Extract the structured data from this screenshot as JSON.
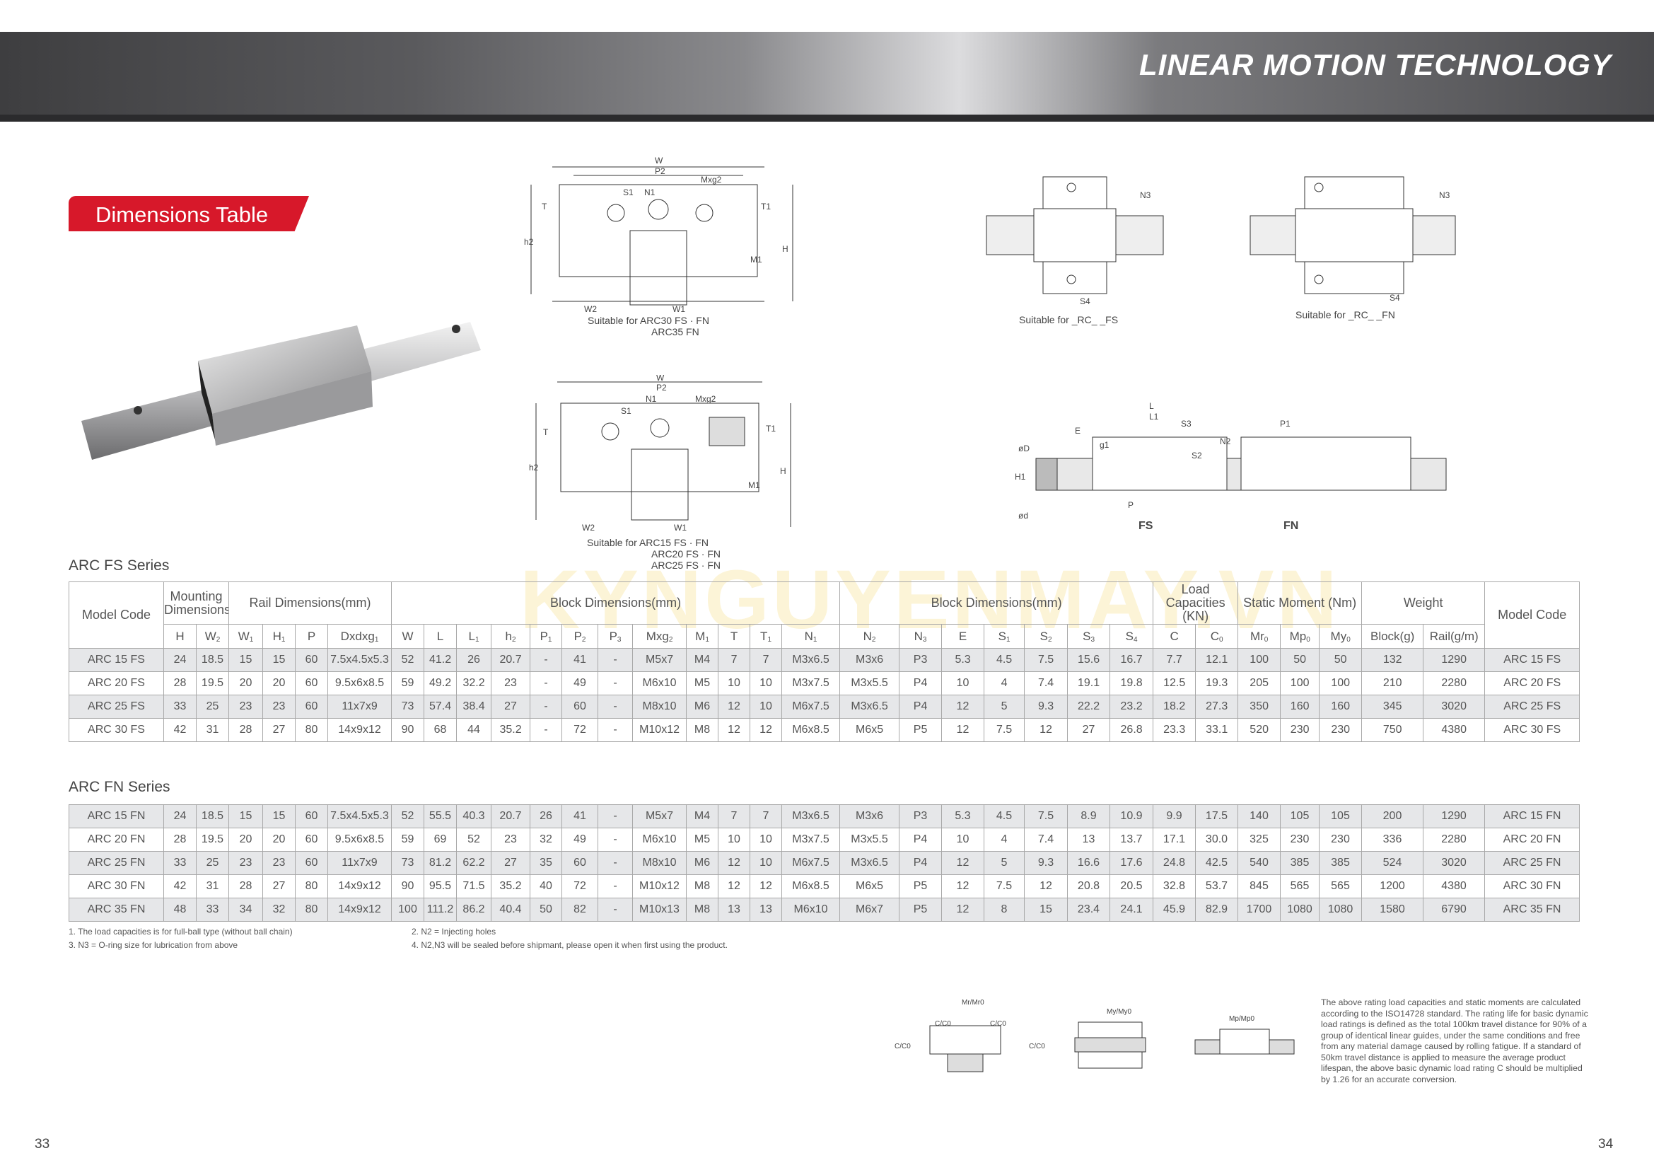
{
  "header": {
    "title": "LINEAR MOTION TECHNOLOGY"
  },
  "section_tab": "Dimensions Table",
  "watermark": "KYNGUYENMAY.VN",
  "drawings": {
    "top_center": {
      "labels": [
        "W",
        "P2",
        "Mxg2",
        "S1",
        "N1",
        "T",
        "T1",
        "h2",
        "H",
        "M1",
        "W2",
        "W1"
      ],
      "caption": [
        "Suitable for  ARC30 FS · FN",
        "ARC35 FN"
      ]
    },
    "bottom_center": {
      "labels": [
        "W",
        "P2",
        "N1",
        "Mxg2",
        "S1",
        "T",
        "T1",
        "h2",
        "H",
        "M1",
        "W2",
        "W1"
      ],
      "caption": [
        "Suitable for  ARC15 FS · FN",
        "ARC20 FS · FN",
        "ARC25 FS · FN"
      ]
    },
    "top_right_fs": {
      "labels": [
        "N3",
        "S4"
      ],
      "caption": "Suitable for  _RC_ _FS"
    },
    "top_right_fn": {
      "labels": [
        "N3",
        "S4"
      ],
      "caption": "Suitable for  _RC_ _FN"
    },
    "side": {
      "labels": [
        "L",
        "L1",
        "E",
        "S3",
        "N2",
        "S2",
        "g1",
        "øD",
        "H1",
        "ød",
        "P",
        "P1"
      ],
      "fs": "FS",
      "fn": "FN"
    }
  },
  "headers": {
    "groups": [
      "Model Code",
      "Mounting Dimensions",
      "Rail Dimensions(mm)",
      "Block Dimensions(mm)",
      "Block Dimensions(mm)",
      "Load Capacities (KN)",
      "Static Moment (Nm)",
      "Weight",
      "Model Code"
    ],
    "cols": [
      [
        "H",
        ""
      ],
      [
        "W",
        "2"
      ],
      [
        "W",
        "1"
      ],
      [
        "H",
        "1"
      ],
      [
        "P",
        ""
      ],
      [
        "Dxdxg",
        "1"
      ],
      [
        "W",
        ""
      ],
      [
        "L",
        ""
      ],
      [
        "L",
        "1"
      ],
      [
        "h",
        "2"
      ],
      [
        "P",
        "1"
      ],
      [
        "P",
        "2"
      ],
      [
        "P",
        "3"
      ],
      [
        "Mxg",
        "2"
      ],
      [
        "M",
        "1"
      ],
      [
        "T",
        ""
      ],
      [
        "T",
        "1"
      ],
      [
        "N",
        "1"
      ],
      [
        "N",
        "2"
      ],
      [
        "N",
        "3"
      ],
      [
        "E",
        ""
      ],
      [
        "S",
        "1"
      ],
      [
        "S",
        "2"
      ],
      [
        "S",
        "3"
      ],
      [
        "S",
        "4"
      ],
      [
        "C",
        ""
      ],
      [
        "C",
        "0"
      ],
      [
        "Mr",
        "0"
      ],
      [
        "Mp",
        "0"
      ],
      [
        "My",
        "0"
      ],
      [
        "Block(g)",
        ""
      ],
      [
        "Rail(g/m)",
        ""
      ]
    ]
  },
  "fs_series": {
    "title": "ARC FS Series",
    "rows": [
      [
        "ARC 15 FS",
        "24",
        "18.5",
        "15",
        "15",
        "60",
        "7.5x4.5x5.3",
        "52",
        "41.2",
        "26",
        "20.7",
        "-",
        "41",
        "-",
        "M5x7",
        "M4",
        "7",
        "7",
        "M3x6.5",
        "M3x6",
        "P3",
        "5.3",
        "4.5",
        "7.5",
        "15.6",
        "16.7",
        "7.7",
        "12.1",
        "100",
        "50",
        "50",
        "132",
        "1290",
        "ARC 15 FS"
      ],
      [
        "ARC 20 FS",
        "28",
        "19.5",
        "20",
        "20",
        "60",
        "9.5x6x8.5",
        "59",
        "49.2",
        "32.2",
        "23",
        "-",
        "49",
        "-",
        "M6x10",
        "M5",
        "10",
        "10",
        "M3x7.5",
        "M3x5.5",
        "P4",
        "10",
        "4",
        "7.4",
        "19.1",
        "19.8",
        "12.5",
        "19.3",
        "205",
        "100",
        "100",
        "210",
        "2280",
        "ARC 20 FS"
      ],
      [
        "ARC 25 FS",
        "33",
        "25",
        "23",
        "23",
        "60",
        "11x7x9",
        "73",
        "57.4",
        "38.4",
        "27",
        "-",
        "60",
        "-",
        "M8x10",
        "M6",
        "12",
        "10",
        "M6x7.5",
        "M3x6.5",
        "P4",
        "12",
        "5",
        "9.3",
        "22.2",
        "23.2",
        "18.2",
        "27.3",
        "350",
        "160",
        "160",
        "345",
        "3020",
        "ARC 25 FS"
      ],
      [
        "ARC 30 FS",
        "42",
        "31",
        "28",
        "27",
        "80",
        "14x9x12",
        "90",
        "68",
        "44",
        "35.2",
        "-",
        "72",
        "-",
        "M10x12",
        "M8",
        "12",
        "12",
        "M6x8.5",
        "M6x5",
        "P5",
        "12",
        "7.5",
        "12",
        "27",
        "26.8",
        "23.3",
        "33.1",
        "520",
        "230",
        "230",
        "750",
        "4380",
        "ARC 30 FS"
      ]
    ]
  },
  "fn_series": {
    "title": "ARC FN Series",
    "rows": [
      [
        "ARC 15 FN",
        "24",
        "18.5",
        "15",
        "15",
        "60",
        "7.5x4.5x5.3",
        "52",
        "55.5",
        "40.3",
        "20.7",
        "26",
        "41",
        "-",
        "M5x7",
        "M4",
        "7",
        "7",
        "M3x6.5",
        "M3x6",
        "P3",
        "5.3",
        "4.5",
        "7.5",
        "8.9",
        "10.9",
        "9.9",
        "17.5",
        "140",
        "105",
        "105",
        "200",
        "1290",
        "ARC 15 FN"
      ],
      [
        "ARC 20 FN",
        "28",
        "19.5",
        "20",
        "20",
        "60",
        "9.5x6x8.5",
        "59",
        "69",
        "52",
        "23",
        "32",
        "49",
        "-",
        "M6x10",
        "M5",
        "10",
        "10",
        "M3x7.5",
        "M3x5.5",
        "P4",
        "10",
        "4",
        "7.4",
        "13",
        "13.7",
        "17.1",
        "30.0",
        "325",
        "230",
        "230",
        "336",
        "2280",
        "ARC 20 FN"
      ],
      [
        "ARC 25 FN",
        "33",
        "25",
        "23",
        "23",
        "60",
        "11x7x9",
        "73",
        "81.2",
        "62.2",
        "27",
        "35",
        "60",
        "-",
        "M8x10",
        "M6",
        "12",
        "10",
        "M6x7.5",
        "M3x6.5",
        "P4",
        "12",
        "5",
        "9.3",
        "16.6",
        "17.6",
        "24.8",
        "42.5",
        "540",
        "385",
        "385",
        "524",
        "3020",
        "ARC 25 FN"
      ],
      [
        "ARC 30 FN",
        "42",
        "31",
        "28",
        "27",
        "80",
        "14x9x12",
        "90",
        "95.5",
        "71.5",
        "35.2",
        "40",
        "72",
        "-",
        "M10x12",
        "M8",
        "12",
        "12",
        "M6x8.5",
        "M6x5",
        "P5",
        "12",
        "7.5",
        "12",
        "20.8",
        "20.5",
        "32.8",
        "53.7",
        "845",
        "565",
        "565",
        "1200",
        "4380",
        "ARC 30 FN"
      ],
      [
        "ARC 35 FN",
        "48",
        "33",
        "34",
        "32",
        "80",
        "14x9x12",
        "100",
        "111.2",
        "86.2",
        "40.4",
        "50",
        "82",
        "-",
        "M10x13",
        "M8",
        "13",
        "13",
        "M6x10",
        "M6x7",
        "P5",
        "12",
        "8",
        "15",
        "23.4",
        "24.1",
        "45.9",
        "82.9",
        "1700",
        "1080",
        "1080",
        "1580",
        "6790",
        "ARC 35 FN"
      ]
    ]
  },
  "notes": [
    "1. The load capacities is for full-ball type (without ball chain)",
    "2. N2 = Injecting holes",
    "3. N3 = O-ring size for lubrication from above",
    "4. N2,N3 will be sealed before shipmant, please open it when first using the product."
  ],
  "load_diagrams": {
    "labels": [
      "Mr/Mr0",
      "C/C0",
      "C/C0",
      "C/C0",
      "C/C0",
      "My/My0",
      "Mp/Mp0"
    ]
  },
  "paragraph": "The above rating load capacities and static moments are calculated according to the ISO14728 standard. The rating life for basic dynamic load ratings is defined as the total 100km travel distance for 90% of a group of identical linear guides, under the same conditions and free from any material damage caused by rolling fatigue. If a standard of 50km travel distance is applied to measure the average product lifespan, the above basic dynamic load rating C should be multiplied by 1.26 for an accurate conversion.",
  "pages": {
    "left": "33",
    "right": "34"
  },
  "colors": {
    "accent": "#d7182a",
    "row_alt": "#e6e7e9"
  }
}
